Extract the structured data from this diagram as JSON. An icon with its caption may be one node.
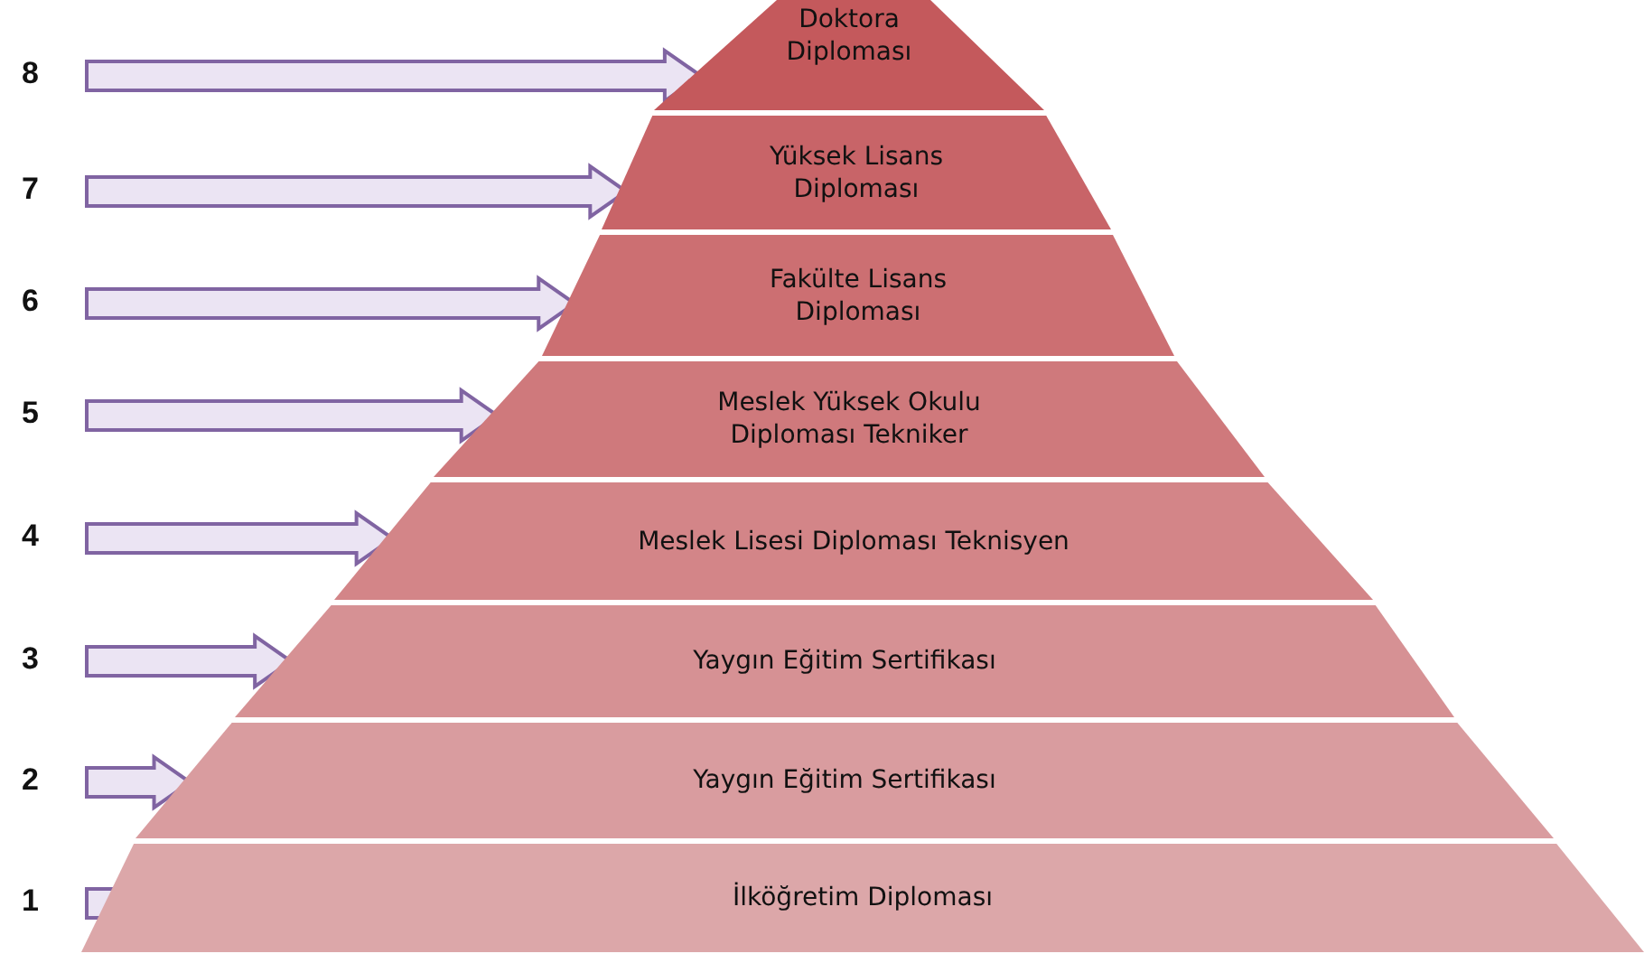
{
  "diagram": {
    "nodes": [
      {
        "text": [
          "Doktora Diploması"
        ]
      },
      {
        "text": [
          "Yüksek Lisans Diploması"
        ]
      },
      {
        "text": [
          "Fakülte Lisans Diploması"
        ]
      },
      {
        "text": [
          "Meslek Yüksek Okulu Diploması Tekniker"
        ]
      },
      {
        "text": [
          "Meslek Lisesi Diploması Teknisyen"
        ]
      },
      {
        "text": [
          "Yaygın Eğitim Sertifikası"
        ]
      },
      {
        "text": [
          "Yaygın Eğitim Sertifikası"
        ]
      },
      {
        "text": [
          "İlköğretim Diploması"
        ]
      },
      {
        "text": [
          "8"
        ]
      },
      {
        "text": [
          "7"
        ]
      },
      {
        "text": [
          "6"
        ]
      },
      {
        "text": [
          "5"
        ]
      },
      {
        "text": [
          "4"
        ]
      },
      {
        "text": [
          "3"
        ]
      },
      {
        "text": [
          "2"
        ]
      },
      {
        "text": [
          "1"
        ]
      }
    ],
    "edges": [
      {
        "from": 8,
        "to": 0,
        "arrow": "to"
      },
      {
        "from": 9,
        "to": 1,
        "arrow": "to"
      },
      {
        "from": 10,
        "to": 2,
        "arrow": "to"
      },
      {
        "from": 11,
        "to": 3,
        "arrow": "to"
      },
      {
        "from": 12,
        "to": 4,
        "arrow": "to"
      },
      {
        "from": 13,
        "to": 5,
        "arrow": "to"
      },
      {
        "from": 14,
        "to": 6,
        "arrow": "to"
      },
      {
        "from": 15,
        "to": 7,
        "arrow": "to"
      }
    ]
  }
}
